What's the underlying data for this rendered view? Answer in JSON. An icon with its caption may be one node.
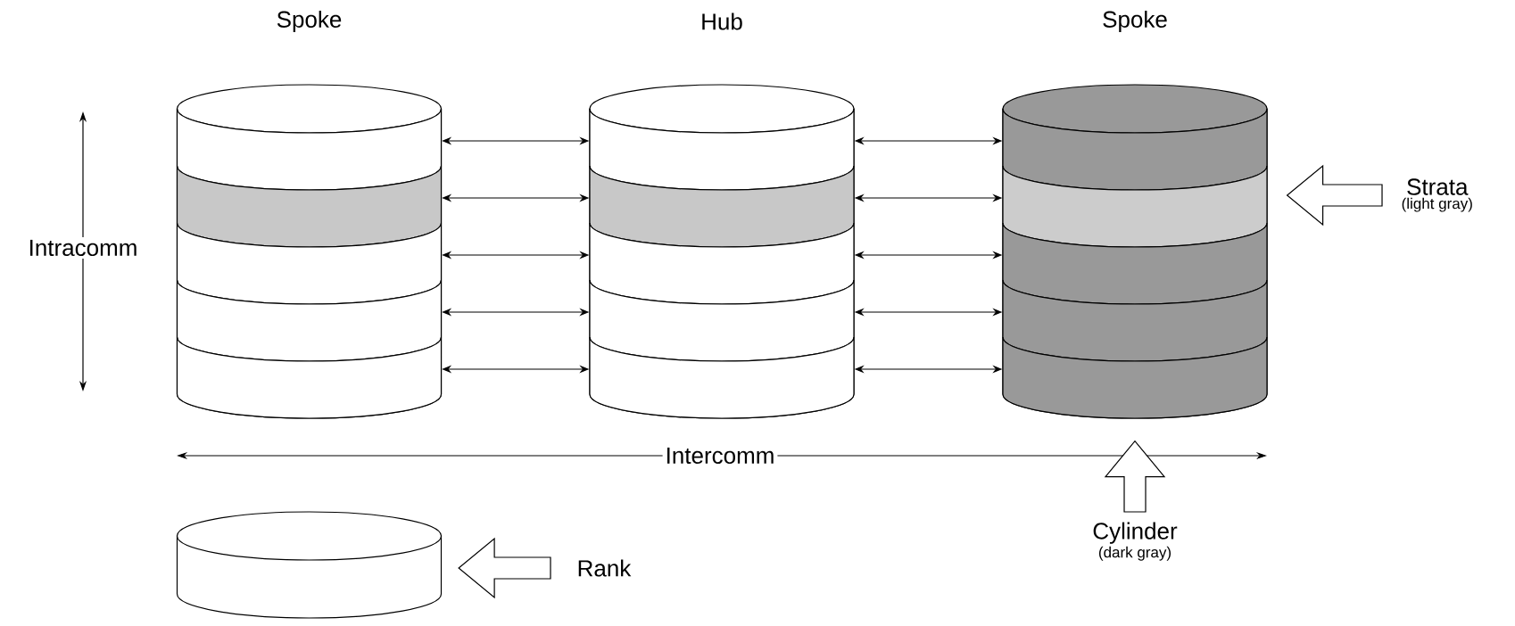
{
  "diagram": {
    "nodes": [
      {
        "text": [
          "Spoke"
        ]
      },
      {
        "text": [],
        "shape": "cylinder",
        "in": 0
      },
      {
        "text": [],
        "shape": "cylinder",
        "in": 0
      },
      {
        "text": [],
        "shape": "cylinder",
        "in": 0
      },
      {
        "text": [],
        "shape": "cylinder",
        "in": 0
      },
      {
        "text": [],
        "shape": "cylinder",
        "in": 0
      },
      {
        "text": [
          "Hub"
        ]
      },
      {
        "text": [],
        "shape": "cylinder",
        "in": 6
      },
      {
        "text": [],
        "shape": "cylinder",
        "in": 6
      },
      {
        "text": [],
        "shape": "cylinder",
        "in": 6
      },
      {
        "text": [],
        "shape": "cylinder",
        "in": 6
      },
      {
        "text": [],
        "shape": "cylinder",
        "in": 6
      },
      {
        "text": [
          "Spoke"
        ]
      },
      {
        "text": [],
        "shape": "cylinder",
        "in": 12
      },
      {
        "text": [],
        "shape": "cylinder",
        "in": 12
      },
      {
        "text": [],
        "shape": "cylinder",
        "in": 12
      },
      {
        "text": [],
        "shape": "cylinder",
        "in": 12
      },
      {
        "text": [],
        "shape": "cylinder",
        "in": 12
      },
      {
        "text": [],
        "shape": "cylinder"
      },
      {
        "text": [
          "Strata",
          "(light gray)"
        ]
      },
      {
        "text": [
          "Cylinder",
          "(dark gray)"
        ]
      },
      {
        "text": [
          "Rank"
        ]
      }
    ],
    "edges": [
      {
        "from": 1,
        "to": 7,
        "arrow": "both"
      },
      {
        "from": 2,
        "to": 8,
        "arrow": "both"
      },
      {
        "from": 3,
        "to": 9,
        "arrow": "both"
      },
      {
        "from": 4,
        "to": 10,
        "arrow": "both"
      },
      {
        "from": 5,
        "to": 11,
        "arrow": "both"
      },
      {
        "from": 7,
        "to": 13,
        "arrow": "both"
      },
      {
        "from": 8,
        "to": 14,
        "arrow": "both"
      },
      {
        "from": 9,
        "to": 15,
        "arrow": "both"
      },
      {
        "from": 10,
        "to": 16,
        "arrow": "both"
      },
      {
        "from": 11,
        "to": 17,
        "arrow": "both"
      },
      {
        "from": 19,
        "to": 14,
        "arrow": "to"
      },
      {
        "from": 20,
        "to": 12,
        "arrow": "to"
      },
      {
        "from": 21,
        "to": 18,
        "arrow": "to"
      }
    ],
    "labels": [
      "Intracomm",
      "Intercomm"
    ]
  }
}
